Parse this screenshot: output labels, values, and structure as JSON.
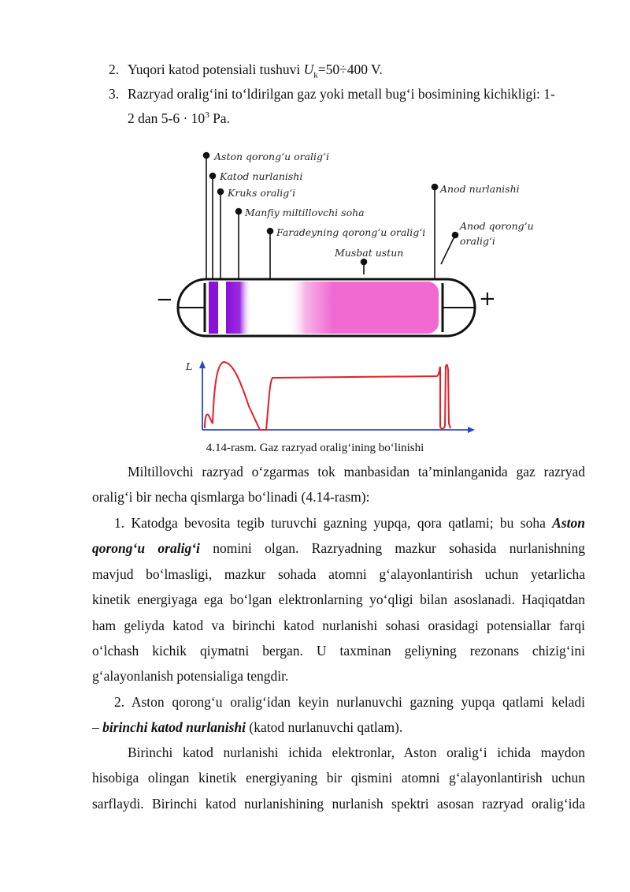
{
  "list_top": [
    {
      "num": "2.",
      "text_before": "Yuqori katod potensiali tushuvi ",
      "var": "U",
      "sub": "k",
      "text_after": "=50÷400 V."
    },
    {
      "num": "3.",
      "line1": "Razryad oralig‘ini to‘ldirilgan gaz yoki metall bug‘i bosimining kichikligi: 1-",
      "line2_before": "2 dan 5-6 · 10",
      "sup": "3",
      "line2_after": " Pa."
    }
  ],
  "figure": {
    "labels": {
      "aston": "Aston qorong‘u oralig‘i",
      "katod": "Katod nurlanishi",
      "kruks": "Kruks oralig‘i",
      "manfiy": "Manfiy miltillovchi soha",
      "faradey": "Faradeyning qorong‘u oralig‘i",
      "musbat": "Musbat ustun",
      "anod_nur": "Anod nurlanishi",
      "anod_qor_1": "Anod qorong‘u",
      "anod_qor_2": "oralig‘i",
      "minus": "−",
      "plus": "+",
      "axis_l": "L"
    },
    "colors": {
      "purple": "#8a10d8",
      "pink": "#f06ad2",
      "graph": "#e2202a",
      "axis": "#2a48c8"
    }
  },
  "caption": "4.14-rasm. Gaz razryad oralig‘ining bo‘linishi",
  "para1": {
    "l1": "Miltillovchi razryad o‘zgarmas tok manbasidan ta’minlanganida gaz razryad",
    "l2": "oralig‘i bir necha qismlarga bo‘linadi (4.14-rasm):"
  },
  "item1": {
    "l1_before": "1. Katodga bevosita tegib turuvchi gazning yupqa, qora qatlami; bu soha ",
    "l1_bold": "Aston",
    "l2_bold": "qorong‘u oralig‘i",
    "l2_after": " nomini olgan. Razryadning mazkur sohasida nurlanishning",
    "l3": "mavjud bo‘lmasligi, mazkur sohada atomni g‘alayonlantirish uchun yetarlicha",
    "l4": "kinetik energiyaga ega bo‘lgan elektronlarning yo‘qligi bilan asoslanadi. Haqiqatdan",
    "l5": "ham geliyda katod va birinchi katod nurlanishi sohasi orasidagi potensiallar farqi",
    "l6": "o‘lchash kichik qiymatni bergan. U taxminan geliyning rezonans chizig‘ini",
    "l7": "g‘alayonlanish potensialiga tengdir."
  },
  "item2": {
    "l1": "2. Aston qorong‘u oralig‘idan keyin nurlanuvchi gazning yupqa qatlami keladi",
    "l2_before": "– ",
    "l2_bold": "birinchi katod nurlanishi",
    "l2_after": " (katod nurlanuvchi qatlam)."
  },
  "para3": {
    "l1": "Birinchi katod nurlanishi ichida elektronlar, Aston oralig‘i ichida maydon",
    "l2": "hisobiga olingan kinetik energiyaning bir qismini atomni g‘alayonlantirish uchun",
    "l3": "sarflaydi. Birinchi katod nurlanishining nurlanish spektri asosan razryad oralig‘ida"
  }
}
